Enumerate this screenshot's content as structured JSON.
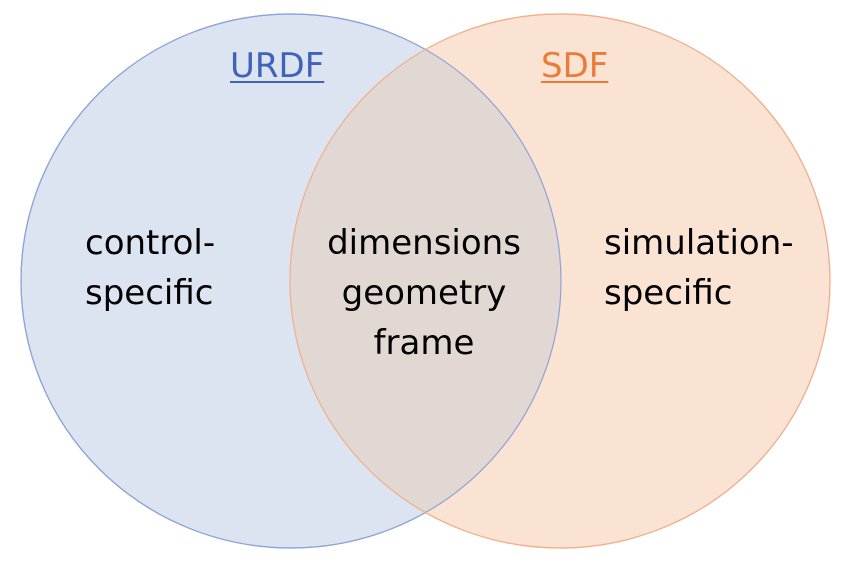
{
  "colors": {
    "left_fill": "#DCE4F1",
    "left_stroke": "#8EA3D6",
    "right_fill": "#FBE3D4",
    "right_stroke": "#F0B08E",
    "overlap_fill": "#E2D8D3",
    "title_left": "#3F63B7",
    "title_right": "#EB7B3A",
    "text": "#000000"
  },
  "diagram": {
    "left": {
      "title": "URDF",
      "line1": "control-",
      "line2": "specific"
    },
    "center": {
      "line1": "dimensions",
      "line2": "geometry",
      "line3": "frame"
    },
    "right": {
      "title": "SDF",
      "line1": "simulation-",
      "line2": "specific"
    }
  }
}
